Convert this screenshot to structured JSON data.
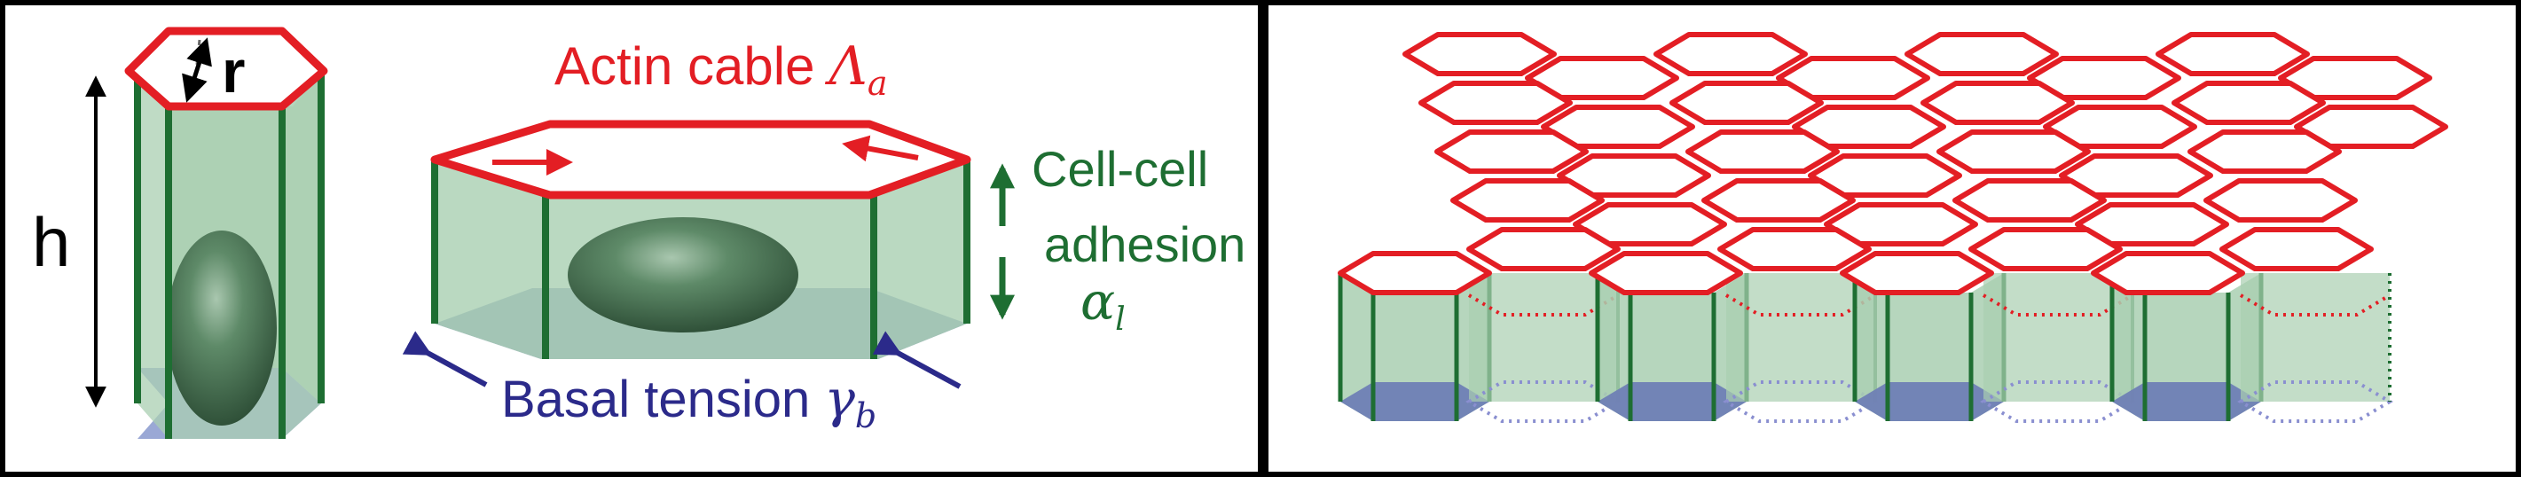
{
  "labels": {
    "radius": "r",
    "height": "h",
    "actin_cable": "Actin cable",
    "actin_symbol": "Λ",
    "actin_sub": "a",
    "cell_cell_line1": "Cell-cell",
    "cell_cell_line2": "adhesion",
    "adhesion_symbol": "α",
    "adhesion_sub": "l",
    "basal_tension": "Basal tension",
    "basal_symbol": "γ",
    "basal_sub": "b"
  },
  "colors": {
    "actin_red": "#e31e24",
    "adhesion_green": "#1e6e32",
    "wall_fill": "#a9cfb1",
    "basal_blue": "#2b2a8a",
    "basal_fill": "#6f7fb5",
    "nucleus": "#3f6a4a",
    "dotted_blue": "#8a8fd0",
    "frame": "#000000"
  },
  "lattice": {
    "rows": 5,
    "cols": 7
  }
}
